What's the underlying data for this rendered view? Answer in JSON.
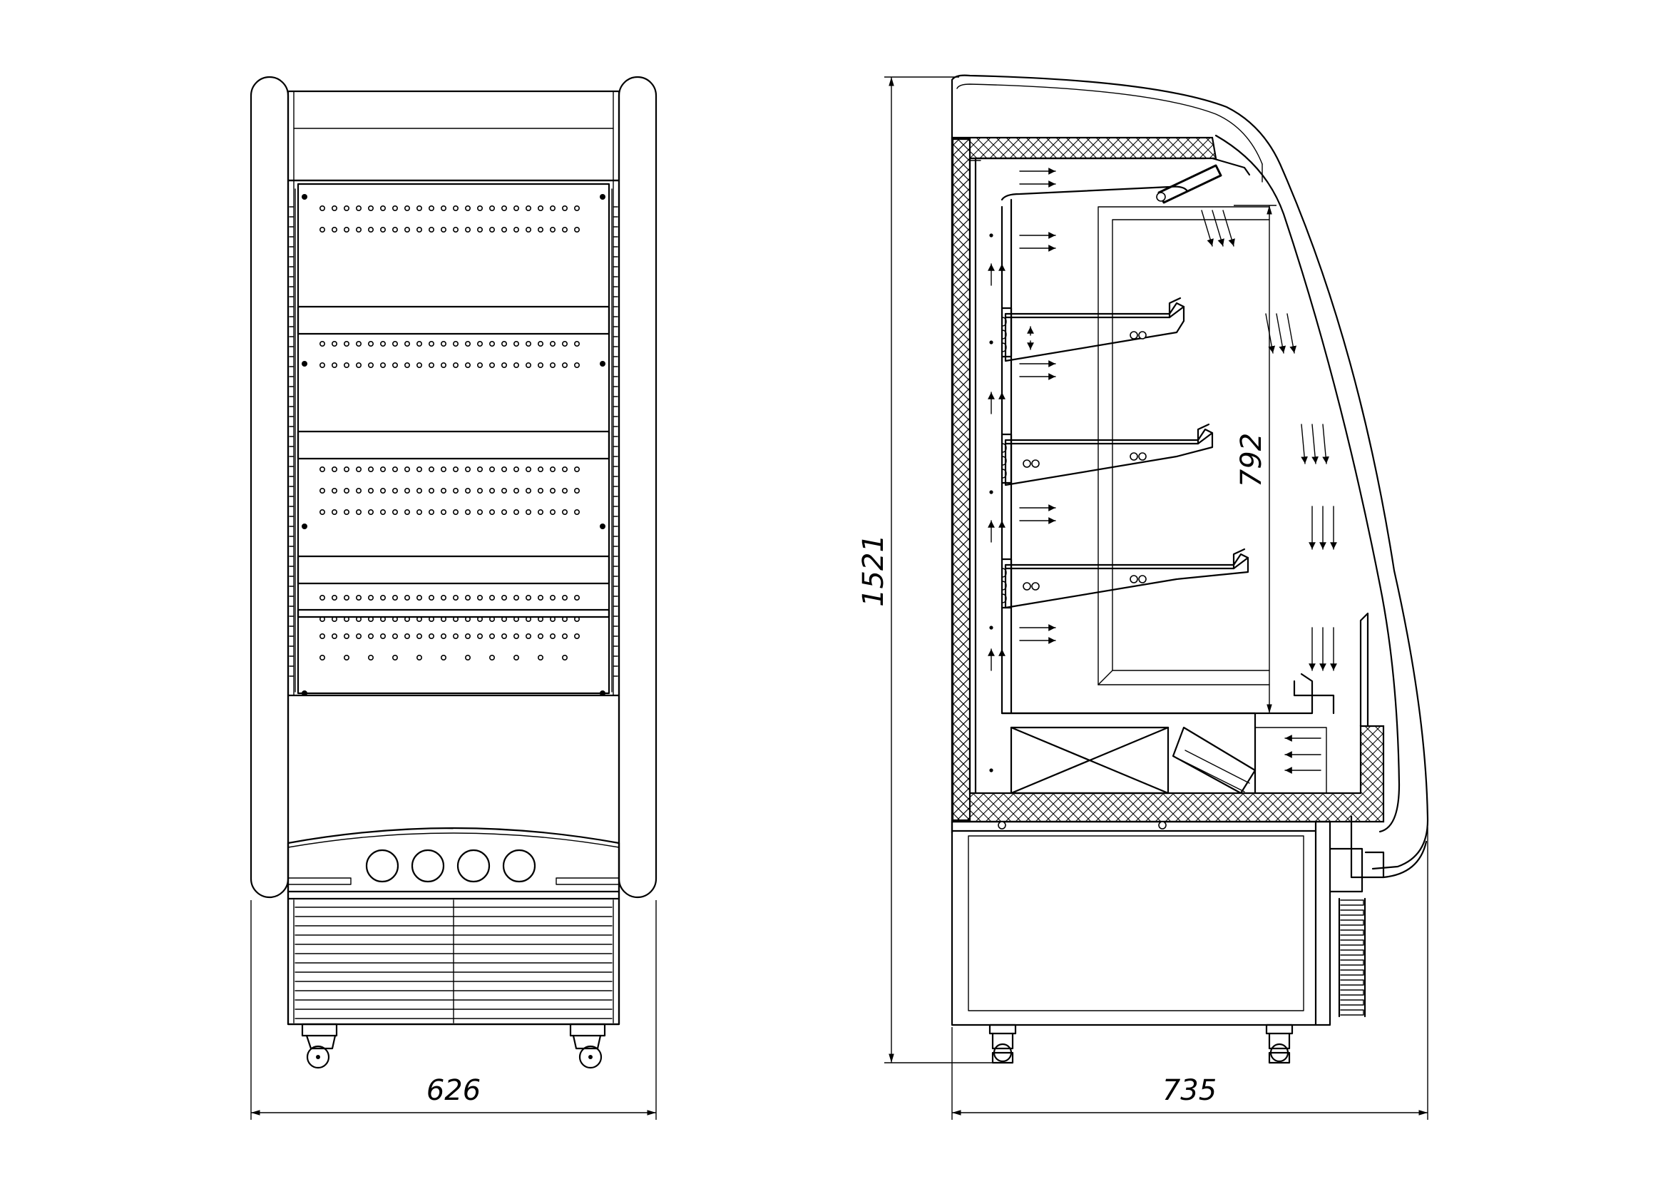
{
  "dimensions": {
    "width_front": "626",
    "depth_side": "735",
    "height_total": "1521",
    "display_height": "792"
  },
  "colors": {
    "line": "#000000",
    "background": "#ffffff"
  }
}
